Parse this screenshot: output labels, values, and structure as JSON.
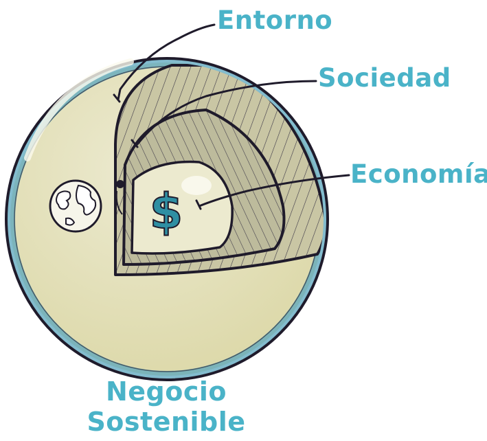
{
  "labels": {
    "entorno": "Entorno",
    "sociedad": "Sociedad",
    "economia": "Economía",
    "negocio_line1": "Negocio",
    "negocio_line2": "Sostenible"
  },
  "symbols": {
    "dollar": "$"
  },
  "icons": {
    "globe": "globe-icon",
    "dollar": "dollar-icon"
  },
  "colors": {
    "label_teal": "#4ab3c8",
    "sphere_fill": "#e6e3b9",
    "sphere_rim": "#5aa6bd",
    "outline": "#1f1b2b",
    "hatch_fill": "#c9c6a4",
    "dollar_teal": "#2f8fa3"
  }
}
